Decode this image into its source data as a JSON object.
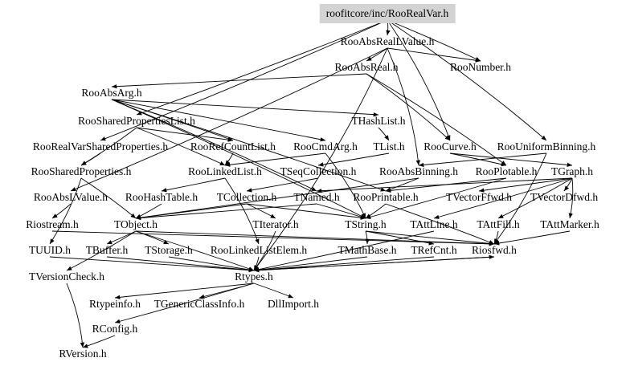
{
  "root_fill": "#d3d3d3",
  "nodes": [
    {
      "id": "root",
      "label": "roofitcore/inc/RooRealVar.h",
      "root": true
    },
    {
      "id": "RooAbsRealLValue",
      "label": "RooAbsRealLValue.h"
    },
    {
      "id": "RooNumber",
      "label": "RooNumber.h"
    },
    {
      "id": "RooAbsReal",
      "label": "RooAbsReal.h"
    },
    {
      "id": "RooAbsArg",
      "label": "RooAbsArg.h"
    },
    {
      "id": "RooSharedPropertiesList",
      "label": "RooSharedPropertiesList.h"
    },
    {
      "id": "THashList",
      "label": "THashList.h"
    },
    {
      "id": "RooRealVarSharedProperties",
      "label": "RooRealVarSharedProperties.h"
    },
    {
      "id": "RooRefCountList",
      "label": "RooRefCountList.h"
    },
    {
      "id": "RooCmdArg",
      "label": "RooCmdArg.h"
    },
    {
      "id": "TList",
      "label": "TList.h"
    },
    {
      "id": "RooCurve",
      "label": "RooCurve.h"
    },
    {
      "id": "RooUniformBinning",
      "label": "RooUniformBinning.h"
    },
    {
      "id": "RooSharedProperties",
      "label": "RooSharedProperties.h"
    },
    {
      "id": "RooLinkedList",
      "label": "RooLinkedList.h"
    },
    {
      "id": "TSeqCollection",
      "label": "TSeqCollection.h"
    },
    {
      "id": "RooAbsBinning",
      "label": "RooAbsBinning.h"
    },
    {
      "id": "RooPlotable",
      "label": "RooPlotable.h"
    },
    {
      "id": "TGraph",
      "label": "TGraph.h"
    },
    {
      "id": "RooAbsLValue",
      "label": "RooAbsLValue.h"
    },
    {
      "id": "RooHashTable",
      "label": "RooHashTable.h"
    },
    {
      "id": "TCollection",
      "label": "TCollection.h"
    },
    {
      "id": "TNamed",
      "label": "TNamed.h"
    },
    {
      "id": "RooPrintable",
      "label": "RooPrintable.h"
    },
    {
      "id": "TVectorFfwd",
      "label": "TVectorFfwd.h"
    },
    {
      "id": "TVectorDfwd",
      "label": "TVectorDfwd.h"
    },
    {
      "id": "Riostream",
      "label": "Riostream.h"
    },
    {
      "id": "TObject",
      "label": "TObject.h"
    },
    {
      "id": "TIterator",
      "label": "TIterator.h"
    },
    {
      "id": "TString",
      "label": "TString.h"
    },
    {
      "id": "TAttLine",
      "label": "TAttLine.h"
    },
    {
      "id": "TAttFill",
      "label": "TAttFill.h"
    },
    {
      "id": "TAttMarker",
      "label": "TAttMarker.h"
    },
    {
      "id": "TUUID",
      "label": "TUUID.h"
    },
    {
      "id": "TBuffer",
      "label": "TBuffer.h"
    },
    {
      "id": "TStorage",
      "label": "TStorage.h"
    },
    {
      "id": "RooLinkedListElem",
      "label": "RooLinkedListElem.h"
    },
    {
      "id": "TMathBase",
      "label": "TMathBase.h"
    },
    {
      "id": "TRefCnt",
      "label": "TRefCnt.h"
    },
    {
      "id": "Riosfwd",
      "label": "Riosfwd.h"
    },
    {
      "id": "TVersionCheck",
      "label": "TVersionCheck.h"
    },
    {
      "id": "Rtypes",
      "label": "Rtypes.h"
    },
    {
      "id": "Rtypeinfo",
      "label": "Rtypeinfo.h"
    },
    {
      "id": "TGenericClassInfo",
      "label": "TGenericClassInfo.h"
    },
    {
      "id": "DllImport",
      "label": "DllImport.h"
    },
    {
      "id": "RConfig",
      "label": "RConfig.h"
    },
    {
      "id": "RVersion",
      "label": "RVersion.h"
    }
  ],
  "edges": [
    [
      "root",
      "RooAbsRealLValue"
    ],
    [
      "root",
      "RooNumber"
    ],
    [
      "root",
      "RooSharedPropertiesList"
    ],
    [
      "root",
      "RooRealVarSharedProperties"
    ],
    [
      "root",
      "RooUniformBinning"
    ],
    [
      "root",
      "RooCurve"
    ],
    [
      "RooAbsRealLValue",
      "RooAbsReal"
    ],
    [
      "RooAbsRealLValue",
      "RooNumber"
    ],
    [
      "RooAbsRealLValue",
      "RooAbsLValue"
    ],
    [
      "RooAbsRealLValue",
      "RooAbsBinning"
    ],
    [
      "RooAbsRealLValue",
      "Rtypes"
    ],
    [
      "RooAbsReal",
      "RooAbsArg"
    ],
    [
      "RooAbsReal",
      "RooCurve"
    ],
    [
      "RooAbsReal",
      "RooPlotable"
    ],
    [
      "RooAbsArg",
      "TNamed"
    ],
    [
      "RooAbsArg",
      "THashList"
    ],
    [
      "RooAbsArg",
      "RooPrintable"
    ],
    [
      "RooAbsArg",
      "RooRefCountList"
    ],
    [
      "RooAbsArg",
      "RooCmdArg"
    ],
    [
      "RooAbsArg",
      "TString"
    ],
    [
      "RooSharedPropertiesList",
      "RooRefCountList"
    ],
    [
      "RooSharedPropertiesList",
      "RooSharedProperties"
    ],
    [
      "RooSharedPropertiesList",
      "RooLinkedList"
    ],
    [
      "THashList",
      "TList"
    ],
    [
      "TList",
      "TSeqCollection"
    ],
    [
      "TSeqCollection",
      "TCollection"
    ],
    [
      "TCollection",
      "TObject"
    ],
    [
      "TCollection",
      "TIterator"
    ],
    [
      "TCollection",
      "TString"
    ],
    [
      "RooRealVarSharedProperties",
      "RooSharedProperties"
    ],
    [
      "RooSharedProperties",
      "TObject"
    ],
    [
      "RooSharedProperties",
      "TUUID"
    ],
    [
      "RooRefCountList",
      "RooLinkedList"
    ],
    [
      "RooLinkedList",
      "RooHashTable"
    ],
    [
      "RooLinkedList",
      "RooLinkedListElem"
    ],
    [
      "RooCmdArg",
      "TString"
    ],
    [
      "RooCmdArg",
      "RooLinkedList"
    ],
    [
      "RooCurve",
      "TGraph"
    ],
    [
      "RooCurve",
      "RooPlotable"
    ],
    [
      "RooUniformBinning",
      "RooAbsBinning"
    ],
    [
      "RooUniformBinning",
      "Riosfwd"
    ],
    [
      "RooAbsBinning",
      "TObject"
    ],
    [
      "RooAbsBinning",
      "RooPrintable"
    ],
    [
      "RooPlotable",
      "TString"
    ],
    [
      "RooPlotable",
      "RooPrintable"
    ],
    [
      "TGraph",
      "TNamed"
    ],
    [
      "TGraph",
      "TAttLine"
    ],
    [
      "TGraph",
      "TAttFill"
    ],
    [
      "TGraph",
      "TAttMarker"
    ],
    [
      "TGraph",
      "TVectorFfwd"
    ],
    [
      "TGraph",
      "TVectorDfwd"
    ],
    [
      "RooAbsLValue",
      "Riostream"
    ],
    [
      "RooHashTable",
      "TObject"
    ],
    [
      "TNamed",
      "TObject"
    ],
    [
      "TNamed",
      "TString"
    ],
    [
      "RooPrintable",
      "TString"
    ],
    [
      "RooPrintable",
      "Riosfwd"
    ],
    [
      "Riostream",
      "Riosfwd"
    ],
    [
      "TObject",
      "Rtypes"
    ],
    [
      "TObject",
      "TStorage"
    ],
    [
      "TObject",
      "TBuffer"
    ],
    [
      "TObject",
      "TVersionCheck"
    ],
    [
      "TObject",
      "Riosfwd"
    ],
    [
      "TIterator",
      "Rtypes"
    ],
    [
      "TString",
      "TMathBase"
    ],
    [
      "TString",
      "TRefCnt"
    ],
    [
      "TString",
      "Riosfwd"
    ],
    [
      "TAttLine",
      "Rtypes"
    ],
    [
      "TAttFill",
      "Riosfwd"
    ],
    [
      "TAttMarker",
      "Riosfwd"
    ],
    [
      "TUUID",
      "Rtypes"
    ],
    [
      "TBuffer",
      "Rtypes"
    ],
    [
      "TStorage",
      "Rtypes"
    ],
    [
      "RooLinkedListElem",
      "Rtypes"
    ],
    [
      "TMathBase",
      "Rtypes"
    ],
    [
      "TRefCnt",
      "Rtypes"
    ],
    [
      "Riosfwd",
      "Rtypes"
    ],
    [
      "TVersionCheck",
      "RVersion"
    ],
    [
      "Rtypes",
      "RConfig"
    ],
    [
      "Rtypes",
      "Rtypeinfo"
    ],
    [
      "Rtypes",
      "TGenericClassInfo"
    ],
    [
      "Rtypes",
      "DllImport"
    ],
    [
      "Rtypes",
      "Riosfwd"
    ],
    [
      "RConfig",
      "RVersion"
    ]
  ]
}
